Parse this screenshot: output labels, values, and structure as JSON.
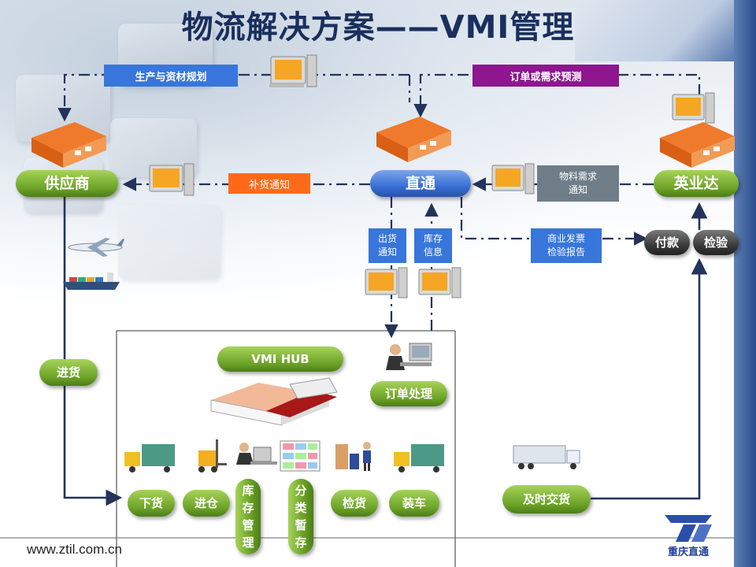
{
  "title": "物流解决方案——VMI管理",
  "nodes": {
    "supplier": "供应商",
    "zhitong": "直通",
    "yingyeda": "英业达",
    "pay": "付款",
    "inspect": "检验",
    "vmi_hub": "VMI HUB",
    "order_processing": "订单处理",
    "inbound": "进货",
    "timely_delivery": "及时交货"
  },
  "flows": {
    "production_planning": "生产与资材规划",
    "order_forecast": "订单或需求预测",
    "replenish_notice": "补货通知",
    "material_demand_notice": "物料需求\n通知",
    "shipment_notice": "出货\n通知",
    "inventory_info": "库存\n信息",
    "invoice_report": "商业发票\n检验报告"
  },
  "hub_steps": {
    "unload": "下货",
    "warehouse_in": "进仓",
    "inventory_mgmt": "库存管理",
    "sort_store": "分类暂存",
    "pick": "检货",
    "load": "装车"
  },
  "footer": {
    "url": "www.ztil.com.cn",
    "company": "重庆直通"
  },
  "colors": {
    "title": "#1a2f5e",
    "green_pill": "#6aa126",
    "blue_pill": "#3a6fd6",
    "blue_box": "#3876db",
    "orange_box": "#ff6a1a",
    "purple_box": "#8e168e",
    "gray_box": "#6f7d88",
    "flow_line": "#23335c"
  },
  "icons": [
    "computer-icon",
    "warehouse-building-icon",
    "airplane-icon",
    "cargo-ship-icon",
    "operator-at-computer-icon",
    "truck-icon",
    "forklift-icon",
    "storage-rack-icon",
    "worker-with-cart-icon",
    "trailer-truck-icon",
    "company-logo-icon"
  ]
}
